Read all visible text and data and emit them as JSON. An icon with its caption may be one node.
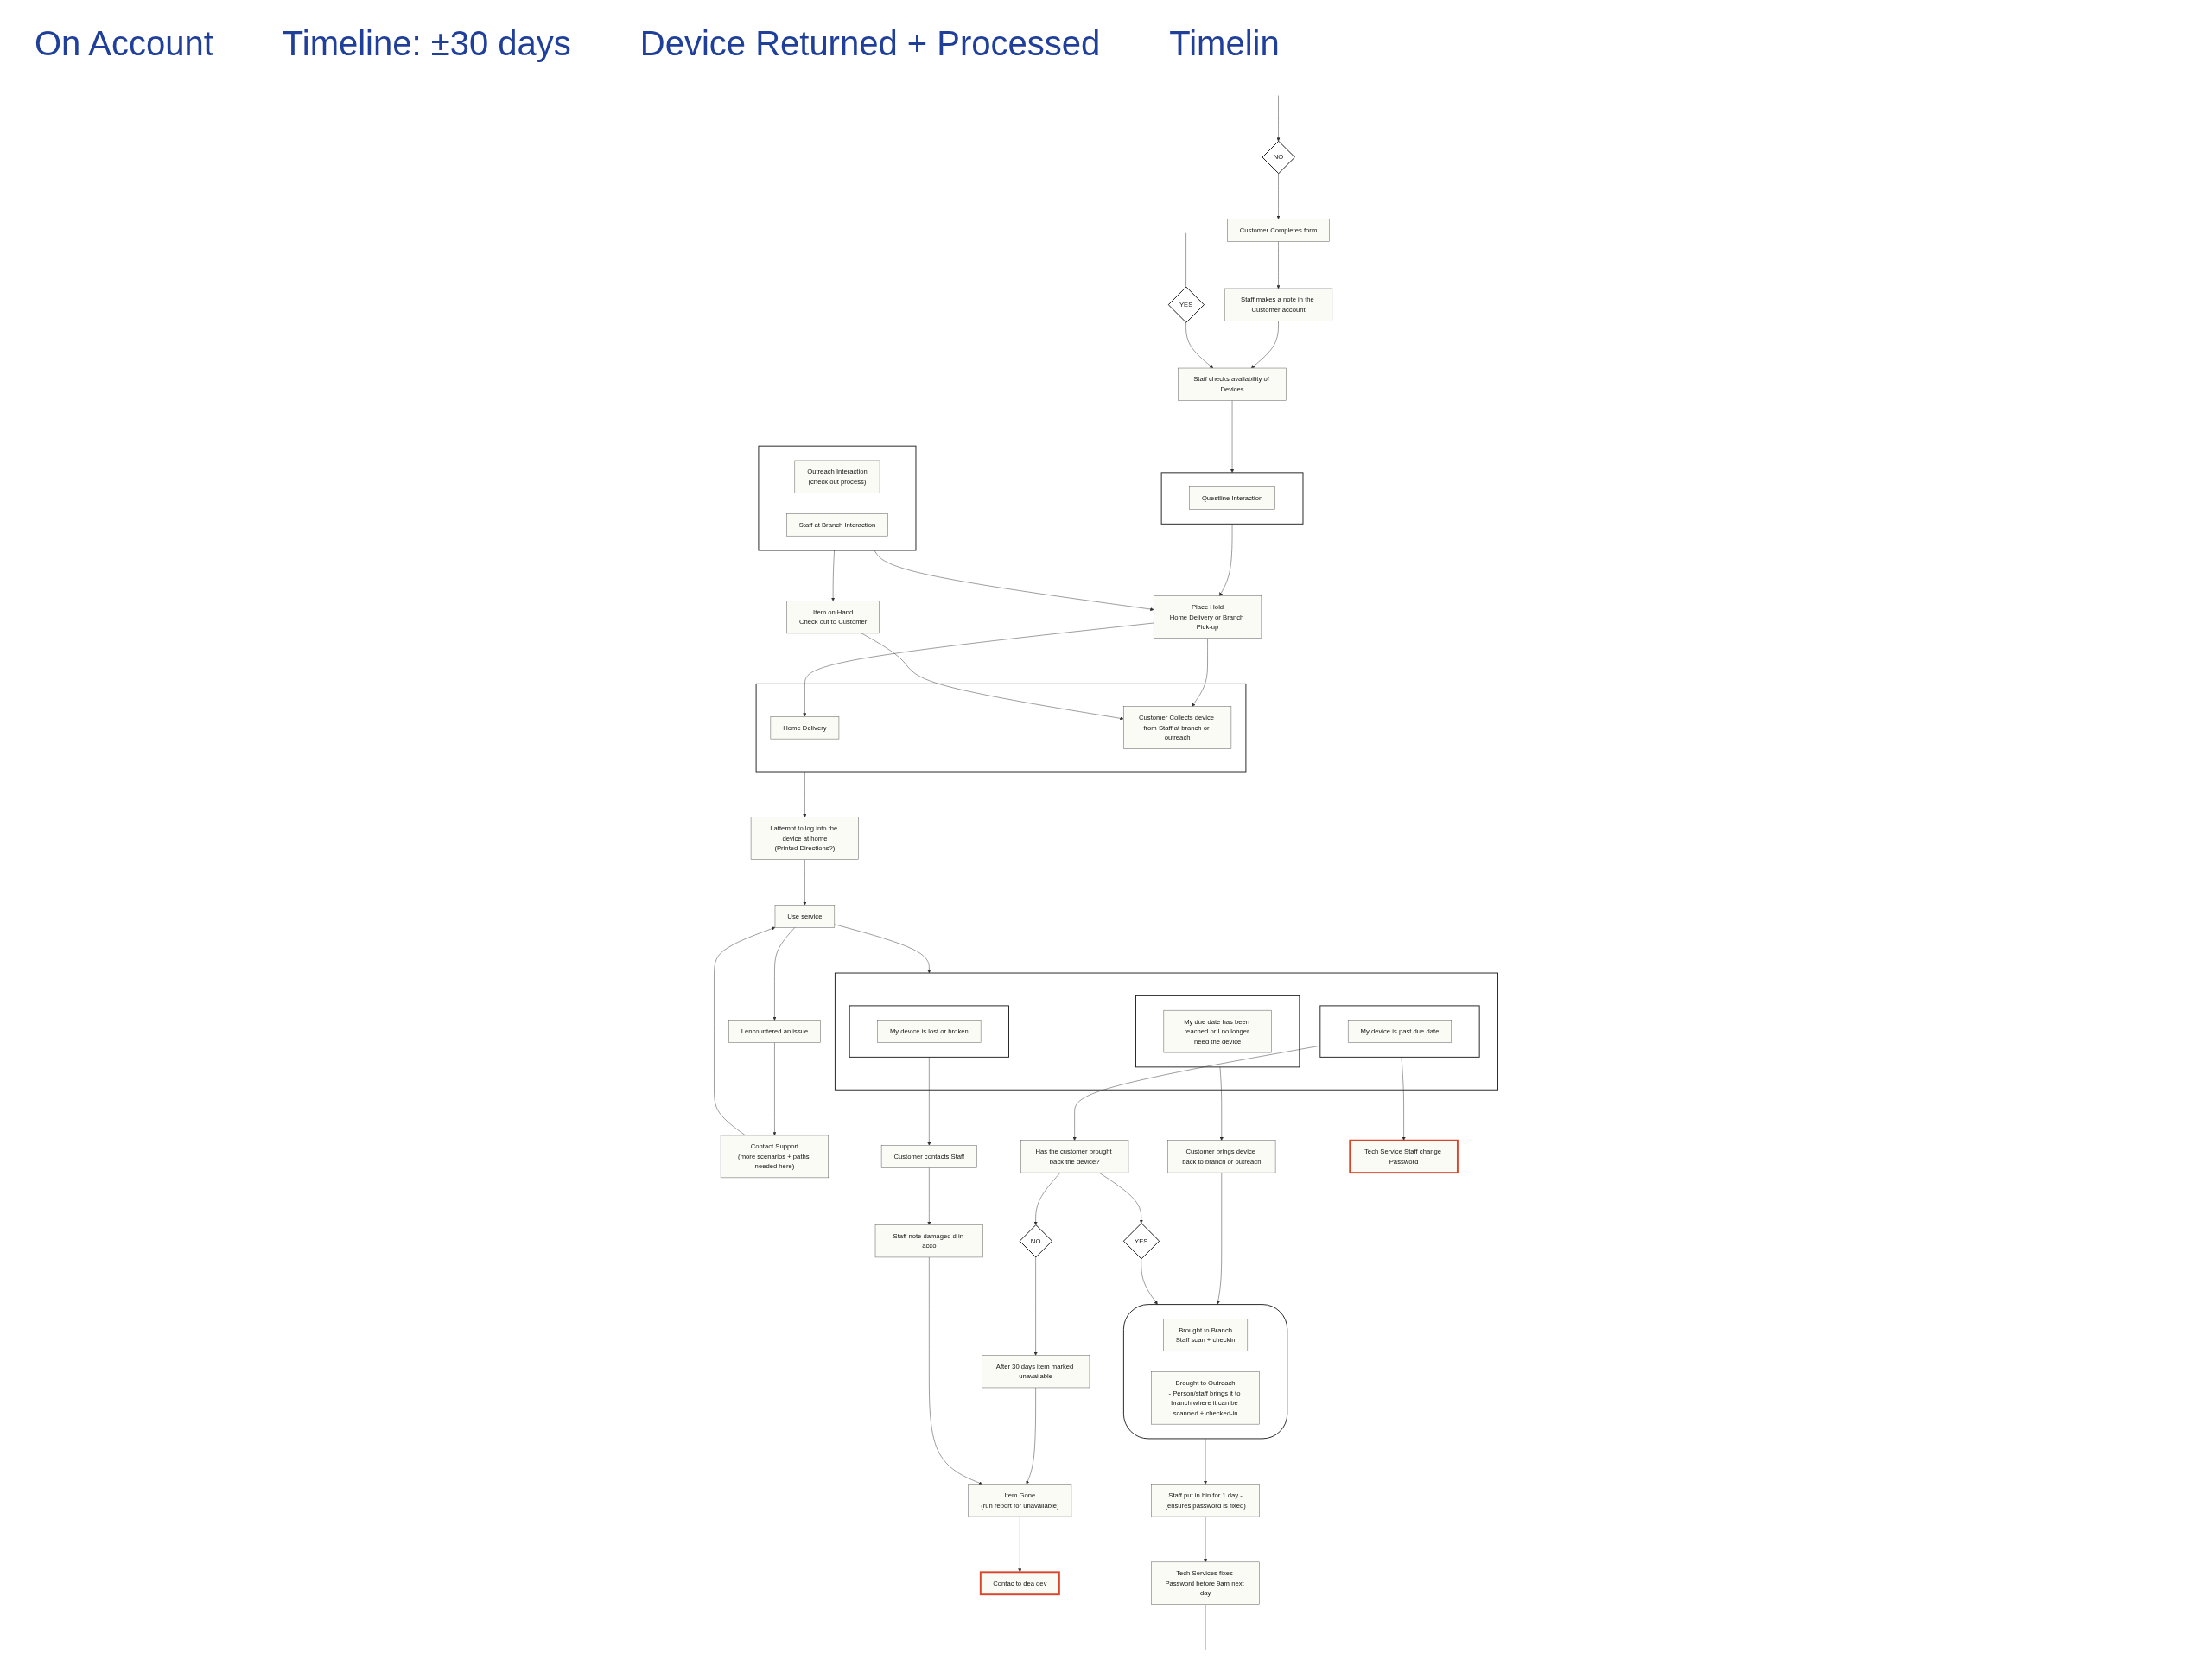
{
  "diagram": {
    "nodes": [
      {
        "text": [
          "I attempt to log into the device at home",
          "(Printed Directions?)"
        ]
      },
      {
        "text": [
          "Use service"
        ]
      },
      {
        "text": [
          "I encountered an issue"
        ]
      },
      {
        "text": [
          "Contact Support",
          "(more scenarios + paths needed here)"
        ]
      },
      {
        "text": [
          "Customer Completes form"
        ]
      },
      {
        "text": [],
        "shape": "box"
      },
      {
        "text": [
          "Home Delivery"
        ],
        "in": 5
      },
      {
        "text": [
          "Customer Collects device from Staff at branch or outreach"
        ],
        "in": 5
      },
      {
        "text": [
          "NO"
        ]
      },
      {
        "text": [
          "Staff makes a note in the Customer account"
        ]
      },
      {
        "text": [
          "YES"
        ]
      },
      {
        "text": [
          "Staff checks availability of Devices"
        ]
      },
      {
        "text": [
          "Place Hold",
          "Home Delivery or Branch Pick-up"
        ]
      },
      {
        "text": [
          "Item on Hand",
          "Check out to Customer"
        ]
      },
      {
        "text": [],
        "shape": "box"
      },
      {
        "text": [
          "Questline Interaction"
        ],
        "in": 14
      },
      {
        "text": [],
        "shape": "box"
      },
      {
        "text": [
          "Outreach Interaction",
          "(check out process)"
        ],
        "in": 16
      },
      {
        "text": [
          "Staff at Branch Interaction"
        ],
        "in": 16
      },
      {
        "text": [],
        "shape": "box"
      },
      {
        "text": [],
        "shape": "box",
        "in": 19
      },
      {
        "text": [
          "My due date has been reached or I no longer need the device"
        ],
        "in": 20
      },
      {
        "text": [],
        "shape": "box",
        "in": 19
      },
      {
        "text": [
          "My device is past due date"
        ],
        "in": 22
      },
      {
        "text": [],
        "shape": "box",
        "in": 19
      },
      {
        "text": [
          "My device is lost or broken"
        ],
        "in": 24
      },
      {
        "text": [
          "Customer brings device back to branch or outreach"
        ]
      },
      {
        "text": [
          "Has the customer brought back the device?"
        ]
      },
      {
        "text": [
          "Customer contacts Staff"
        ]
      },
      {
        "text": [
          "YES"
        ]
      },
      {
        "text": [
          "NO"
        ]
      },
      {
        "text": [
          "Tech Service Staff change Password"
        ]
      },
      {
        "text": [
          "After 30 days item marked unavailable"
        ]
      },
      {
        "text": [
          "Staff note damaged d in acco"
        ]
      },
      {
        "text": [],
        "shape": "oval"
      },
      {
        "text": [
          "Brought to Branch",
          "Staff scan + checkin"
        ],
        "in": 34
      },
      {
        "text": [
          "Brought to Outreach",
          "- Person/staff brings it to branch where it can be scanned + checked-in"
        ],
        "in": 34
      },
      {
        "text": [
          "Item Gone",
          "(run report for unavailable)"
        ]
      },
      {
        "text": [
          "Contac to dea dev"
        ]
      },
      {
        "text": [
          "Staff put in bin for 1 day -(ensures password is fixed)"
        ]
      },
      {
        "text": [
          "Tech Services fixes Password before 9am next day"
        ]
      }
    ],
    "edges": [
      {
        "from": 0,
        "to": 1,
        "arrow": "to"
      },
      {
        "from": 1,
        "to": 2,
        "arrow": "to"
      },
      {
        "from": 2,
        "to": 3,
        "arrow": "to"
      },
      {
        "from": 3,
        "to": 1,
        "arrow": "to"
      },
      {
        "from": 1,
        "to": 19,
        "arrow": "to"
      },
      {
        "from": 5,
        "to": 0,
        "arrow": "to"
      },
      {
        "from": null,
        "to": 8,
        "arrow": "to"
      },
      {
        "from": 8,
        "to": 4,
        "arrow": "to"
      },
      {
        "from": 4,
        "to": 9,
        "arrow": "to"
      },
      {
        "from": 9,
        "to": 11,
        "arrow": "to"
      },
      {
        "from": null,
        "to": 10,
        "arrow": "none"
      },
      {
        "from": 10,
        "to": 11,
        "arrow": "to"
      },
      {
        "from": 11,
        "to": 14,
        "arrow": "to"
      },
      {
        "from": 14,
        "to": 12,
        "arrow": "to"
      },
      {
        "from": 16,
        "to": 12,
        "arrow": "to"
      },
      {
        "from": 16,
        "to": 13,
        "arrow": "to"
      },
      {
        "from": 12,
        "to": 6,
        "arrow": "to"
      },
      {
        "from": 12,
        "to": 7,
        "arrow": "to"
      },
      {
        "from": 13,
        "to": 7,
        "arrow": "to"
      },
      {
        "from": 20,
        "to": 26,
        "arrow": "to"
      },
      {
        "from": 22,
        "to": 27,
        "arrow": "to"
      },
      {
        "from": 22,
        "to": 31,
        "arrow": "to"
      },
      {
        "from": 24,
        "to": 28,
        "arrow": "to"
      },
      {
        "from": 27,
        "to": 29,
        "arrow": "to"
      },
      {
        "from": 27,
        "to": 30,
        "arrow": "to"
      },
      {
        "from": 26,
        "to": 34,
        "arrow": "to"
      },
      {
        "from": 29,
        "to": 34,
        "arrow": "to"
      },
      {
        "from": 30,
        "to": 32,
        "arrow": "to"
      },
      {
        "from": 28,
        "to": 33,
        "arrow": "to"
      },
      {
        "from": 32,
        "to": 37,
        "arrow": "to"
      },
      {
        "from": 33,
        "to": 37,
        "arrow": "to"
      },
      {
        "from": 37,
        "to": 38,
        "arrow": "to"
      },
      {
        "from": 34,
        "to": 39,
        "arrow": "to"
      },
      {
        "from": 39,
        "to": 40,
        "arrow": "to"
      },
      {
        "from": 40,
        "to": null,
        "arrow": "none"
      }
    ],
    "labels": [
      "On Account",
      "Timeline: ±30 days",
      "Device Returned + Processed",
      "Timelin"
    ]
  }
}
